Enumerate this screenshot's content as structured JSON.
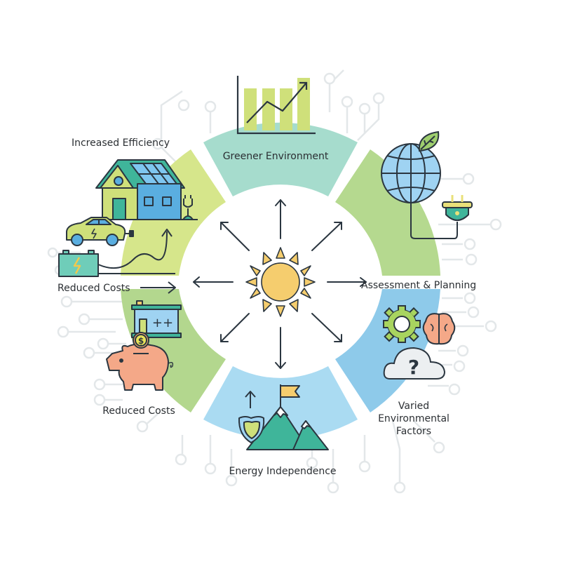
{
  "diagram": {
    "title": "",
    "center": {
      "icon": "sun-icon",
      "color": "#f5cd6e"
    },
    "colors": {
      "segment_top": "#a6dccd",
      "segment_top_right": "#b5d98f",
      "segment_right_bottom": "#8ecaea",
      "segment_bottom": "#aadbf2",
      "segment_bottom_left": "#b3d78e",
      "segment_top_left": "#d6e68b",
      "stroke": "#2b3640",
      "circuit": "#e4e8ea"
    },
    "segments": [
      {
        "id": "top",
        "label": "Greener Environment",
        "icon": "bar-chart-trend-icon"
      },
      {
        "id": "top-right",
        "label": "Assessment & Planning",
        "icon": "globe-leaf-plug-icon"
      },
      {
        "id": "right-bottom",
        "label": "Varied Environmental Factors",
        "icon": "gear-brain-cloud-question-icon"
      },
      {
        "id": "bottom",
        "label": "Energy Independence",
        "icon": "mountain-flag-shield-icon"
      },
      {
        "id": "bottom-left",
        "label": "Reduced Costs",
        "icon": "piggy-bank-battery-icon"
      },
      {
        "id": "top-left",
        "label": "Increased Efficiency",
        "icon": "solar-house-ev-icon"
      }
    ],
    "extra_labels": {
      "left_middle": "Reduced Costs"
    },
    "battery_text": "++",
    "coin_symbol": "$",
    "cloud_symbol": "?"
  }
}
